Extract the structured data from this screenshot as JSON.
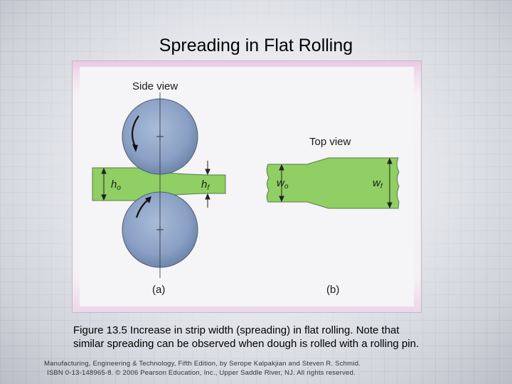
{
  "slide": {
    "title": "Spreading in Flat Rolling"
  },
  "figure": {
    "side_view_label": "Side view",
    "top_view_label": "Top view",
    "label_h0": "h",
    "label_h0_sub": "o",
    "label_hf": "h",
    "label_hf_sub": "f",
    "label_w0": "w",
    "label_w0_sub": "o",
    "label_wf": "w",
    "label_wf_sub": "f",
    "panel_a": "(a)",
    "panel_b": "(b)",
    "colors": {
      "roll": "#8aa0c4",
      "strip": "#8fcf63",
      "outline": "#555555"
    }
  },
  "caption": {
    "line1": "Figure 13.5  Increase in strip width (spreading) in flat rolling.  Note that",
    "line2": "similar spreading can be observed when dough is rolled with a rolling pin."
  },
  "credit": {
    "line1": "Manufacturing, Engineering & Technology, Fifth Edition, by Serope Kalpakjian and Steven R. Schmid.",
    "line2": "ISBN 0-13-148965-8. © 2006 Pearson Education, Inc., Upper Saddle River, NJ.  All rights reserved."
  }
}
